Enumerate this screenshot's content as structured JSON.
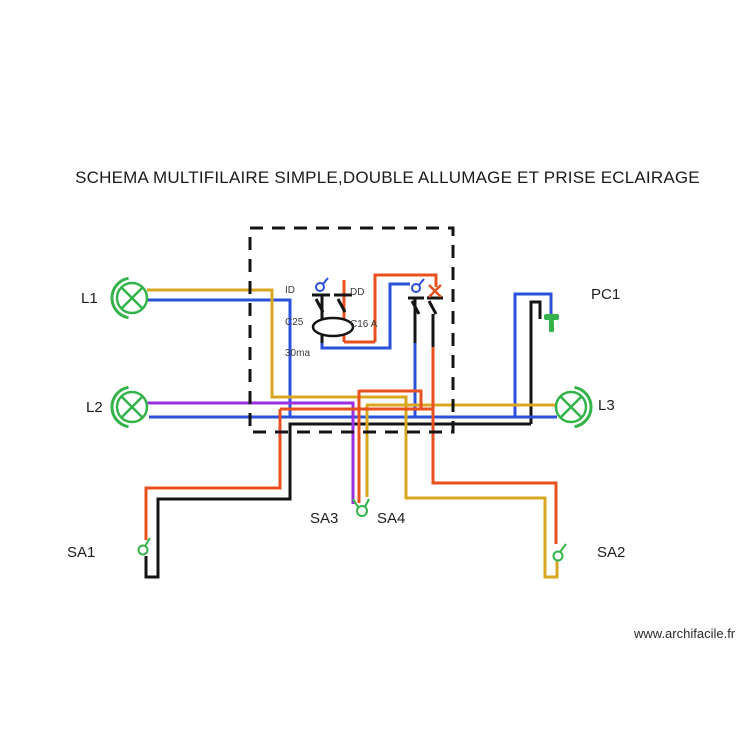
{
  "title": "SCHEMA  MULTIFILAIRE SIMPLE,DOUBLE ALLUMAGE ET PRISE ECLAIRAGE",
  "watermark": "www.archifacile.fr",
  "colors": {
    "phase": "#e8501e",
    "neutral": "#2a50dd",
    "lamp_return": "#d9a71f",
    "secondary_return": "#9a2fe0",
    "conductor": "#141414",
    "component": "#33b34a",
    "text": "#1d1d1d"
  },
  "components": {
    "lamp_l1": {
      "label": "L1"
    },
    "lamp_l2": {
      "label": "L2"
    },
    "lamp_l3": {
      "label": "L3"
    },
    "socket_pc1": {
      "label": "PC1"
    },
    "switch_sa1": {
      "label": "SA1"
    },
    "switch_sa2": {
      "label": "SA2"
    },
    "switch_sa3": {
      "label": "SA3"
    },
    "switch_sa4": {
      "label": "SA4"
    },
    "breaker_id": {
      "line1": "ID",
      "line2": "C25",
      "line3": "30ma"
    },
    "breaker_dd": {
      "line1": "DD",
      "line2": "C16 A"
    }
  }
}
